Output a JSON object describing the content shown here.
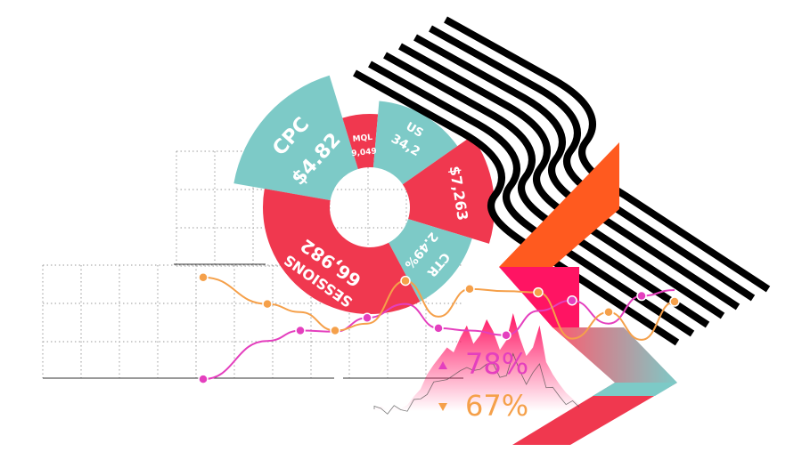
{
  "colors": {
    "teal": "#7dcac7",
    "red": "#f0384f",
    "magenta": "#e43fbe",
    "orange": "#f5a04a",
    "orange_red": "#ff5a1f",
    "hot_pink": "#ff1463",
    "black": "#000000",
    "grid": "#999999"
  },
  "chart_data": [
    {
      "type": "pie",
      "style": "donut",
      "segments": [
        {
          "label": "CPC",
          "value": "$4.82",
          "color": "#7dcac7"
        },
        {
          "label": "MQL",
          "value": "9,049",
          "color": "#f0384f"
        },
        {
          "label": "US",
          "value": "34,2",
          "color": "#7dcac7"
        },
        {
          "label": "",
          "value": "$7,263",
          "color": "#f0384f"
        },
        {
          "label": "CTR",
          "value": "2.49%",
          "color": "#7dcac7"
        },
        {
          "label": "SESSIONS",
          "value": "66,982",
          "color": "#f0384f"
        }
      ]
    },
    {
      "type": "line",
      "series": [
        {
          "values": [
            3,
            36,
            45,
            44,
            56,
            68,
            47,
            45,
            41,
            62,
            71,
            51,
            75,
            80
          ]
        },
        {
          "values": [
            91,
            68,
            61,
            45,
            51,
            88,
            57,
            81,
            79,
            78,
            38,
            61,
            37,
            70
          ]
        }
      ]
    },
    {
      "type": "area",
      "values": [
        2,
        4,
        1,
        3,
        2,
        5,
        12,
        18,
        30,
        38,
        45,
        52,
        48,
        60,
        70,
        55,
        62,
        75,
        65,
        50,
        58,
        80,
        60,
        45,
        52,
        70,
        40,
        30,
        22,
        15,
        10,
        6
      ]
    }
  ],
  "kpis": [
    {
      "direction": "up",
      "value": "78%",
      "color": "#e43fbe"
    },
    {
      "direction": "down",
      "value": "67%",
      "color": "#f5a04a"
    }
  ]
}
